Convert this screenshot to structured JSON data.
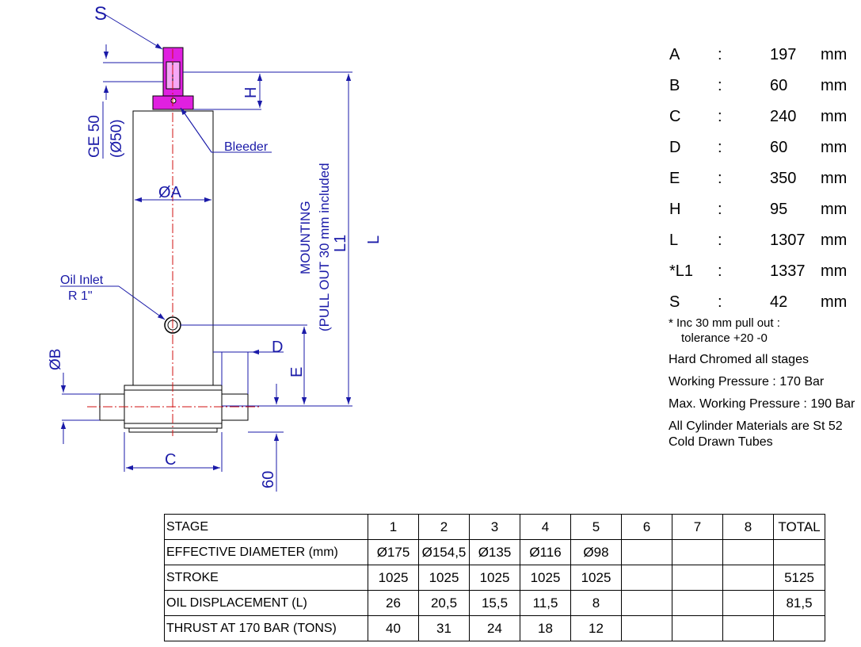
{
  "drawing": {
    "labels": {
      "s": "S",
      "ge": "GE 50",
      "ge_dia": "(Ø50)",
      "bleeder": "Bleeder",
      "dia_a": "ØA",
      "mounting": "MOUNTING",
      "pull_out": "(PULL OUT 30 mm included",
      "l1": "L1",
      "l": "L",
      "h": "H",
      "oil_inlet": "Oil Inlet",
      "oil_thread": "R 1\"",
      "d": "D",
      "e": "E",
      "dia_b": "ØB",
      "c": "C",
      "sixty": "60"
    },
    "colors": {
      "dimension": "#1a1aa8",
      "part": "#e020e0",
      "centerline": "#d01010"
    }
  },
  "specs": [
    {
      "key": "A",
      "sep": ":",
      "value": "197",
      "unit": "mm"
    },
    {
      "key": "B",
      "sep": ":",
      "value": "60",
      "unit": "mm"
    },
    {
      "key": "C",
      "sep": ":",
      "value": "240",
      "unit": "mm"
    },
    {
      "key": "D",
      "sep": ":",
      "value": "60",
      "unit": "mm"
    },
    {
      "key": "E",
      "sep": ":",
      "value": "350",
      "unit": "mm"
    },
    {
      "key": "H",
      "sep": ":",
      "value": "95",
      "unit": "mm"
    },
    {
      "key": "L",
      "sep": ":",
      "value": "1307",
      "unit": "mm"
    },
    {
      "key": "*L1",
      "sep": ":",
      "value": "1337",
      "unit": "mm"
    },
    {
      "key": "S",
      "sep": ":",
      "value": "42",
      "unit": "mm"
    }
  ],
  "notes": {
    "pull_out_1": "* Inc 30 mm pull out :",
    "pull_out_2": "tolerance +20 -0",
    "chromed": "Hard Chromed all stages",
    "working_pressure": "Working Pressure : 170 Bar",
    "max_pressure": "Max. Working Pressure : 190 Bar",
    "materials": "All Cylinder Materials are St 52 Cold Drawn Tubes"
  },
  "table": {
    "rows": [
      {
        "label": "STAGE",
        "cells": [
          "1",
          "2",
          "3",
          "4",
          "5",
          "6",
          "7",
          "8"
        ],
        "total": "TOTAL"
      },
      {
        "label": "EFFECTIVE DIAMETER (mm)",
        "cells": [
          "Ø175",
          "Ø154,5",
          "Ø135",
          "Ø116",
          "Ø98",
          "",
          "",
          ""
        ],
        "total": ""
      },
      {
        "label": "STROKE",
        "cells": [
          "1025",
          "1025",
          "1025",
          "1025",
          "1025",
          "",
          "",
          ""
        ],
        "total": "5125"
      },
      {
        "label": "OIL DISPLACEMENT (L)",
        "cells": [
          "26",
          "20,5",
          "15,5",
          "11,5",
          "8",
          "",
          "",
          ""
        ],
        "total": "81,5"
      },
      {
        "label": "THRUST AT 170 BAR (TONS)",
        "cells": [
          "40",
          "31",
          "24",
          "18",
          "12",
          "",
          "",
          ""
        ],
        "total": ""
      }
    ]
  }
}
